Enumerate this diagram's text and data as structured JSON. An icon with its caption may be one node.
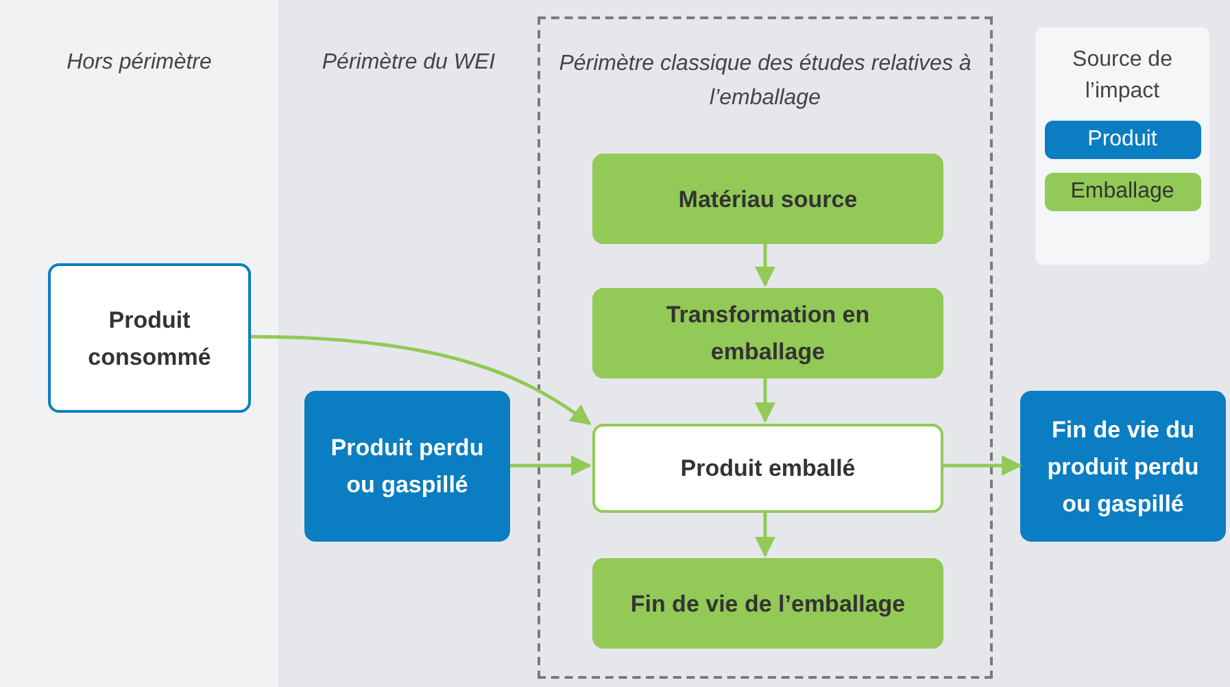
{
  "diagram": {
    "nodes": [
      {
        "text": [
          "Hors périmètre"
        ]
      },
      {
        "text": [
          "Périmètre du WEI"
        ]
      },
      {
        "text": [
          "Périmètre classique des études relatives à l’emballage"
        ],
        "in": 1
      },
      {
        "text": [
          "Produit consommé"
        ],
        "in": 0
      },
      {
        "text": [
          "Produit perdu ou gaspillé"
        ],
        "in": 1
      },
      {
        "text": [
          "Matériau source"
        ],
        "in": 2
      },
      {
        "text": [
          "Transformation en emballage"
        ],
        "in": 2
      },
      {
        "text": [
          "Produit emballé"
        ],
        "in": 2
      },
      {
        "text": [
          "Fin de vie de l’emballage"
        ],
        "in": 2
      },
      {
        "text": [
          "Fin de vie du produit perdu ou gaspillé"
        ],
        "in": 1
      }
    ],
    "edges": [
      {
        "from": 5,
        "to": 6,
        "arrow": "to"
      },
      {
        "from": 6,
        "to": 7,
        "arrow": "to"
      },
      {
        "from": 3,
        "to": 7,
        "arrow": "to"
      },
      {
        "from": 4,
        "to": 7,
        "arrow": "to"
      },
      {
        "from": 7,
        "to": 9,
        "arrow": "to"
      },
      {
        "from": 7,
        "to": 8,
        "arrow": "to"
      }
    ],
    "labels": [
      "Source de l’impact"
    ],
    "legend": [
      {
        "text": "Produit",
        "color": "#0b7dc2"
      },
      {
        "text": "Emballage",
        "color": "#92c957"
      }
    ]
  }
}
